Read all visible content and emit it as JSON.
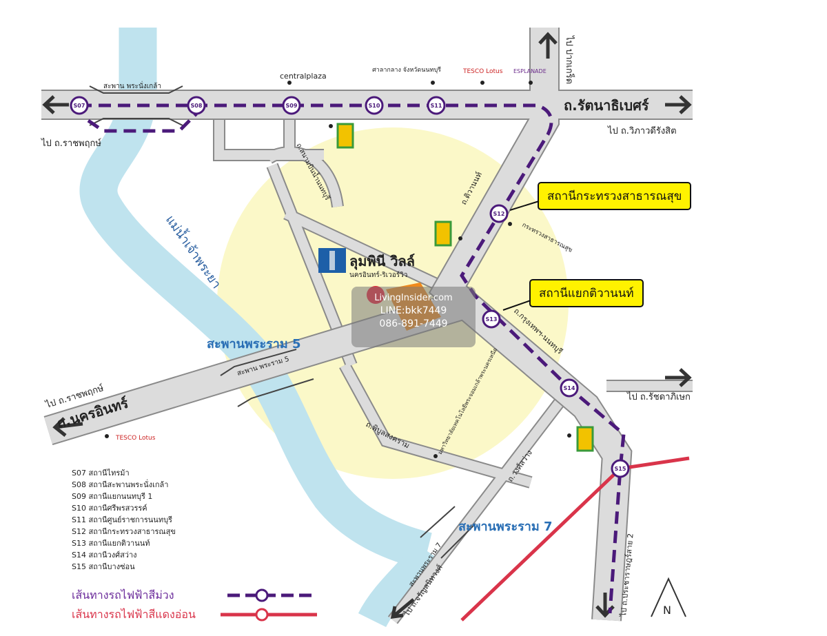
{
  "roads": {
    "rattanathibet": "ถ.รัตนาธิเบศร์",
    "to_wiphawadi": "ไป ถ.วิภาวดีรังสิต",
    "to_pak_kret": "ไป ปากเกร็ด",
    "to_ratchaphruek_top": "ไป ถ.ราชพฤกษ์",
    "to_ratchaphruek_left": "ไป ถ.ราชพฤกษ์",
    "nakhon_in": "ถ.นครอินทร์",
    "to_ratchada": "ไป ถ.รัชดาภิเษก",
    "tiwanon": "ถ.ติวานนท์",
    "krungthep_nonthaburi": "ถ.กรุงเทพฯ-นนทบุรี",
    "phibun": "ถ.พิบูลสงคราม",
    "wongsawang": "ถ.วงศ์สว่าง",
    "to_charansanitwong": "ไป ถ.จรัญสนิทวงศ์",
    "to_pracharat": "ไป ถ.ประชาราษฎร์สาย 2",
    "sanambinnam": "ถ.สนามบินน้ำนนทบุรี",
    "river": "แม่น้ำเจ้าพระยา"
  },
  "bridges": {
    "phra_nang_klao": "สะพาน พระนั่งเกล้า",
    "rama5_small": "สะพาน พระราม 5",
    "rama5": "สะพานพระราม 5",
    "rama7_small": "สะพานพระราม 7",
    "rama7": "สะพานพระราม 7"
  },
  "landmarks": {
    "central": "centralplaza",
    "city_hall": "ศาลากลาง จังหวัดนนทบุรี",
    "tesco": "TESCO Lotus",
    "esplanade": "ESPLANADE",
    "ministry": "กระทรวงสาธารณสุข",
    "university": "มหาวิทยาลัยเทคโนโลยีพระจอมเกล้าพระนครเหนือ",
    "project_name": "ลุมพินี วิลล์",
    "project_sub": "นครอินทร์-ริเวอร์วิว"
  },
  "stations": [
    "S07",
    "S08",
    "S09",
    "S10",
    "S11",
    "S12",
    "S13",
    "S14",
    "S15"
  ],
  "callouts": {
    "s12": "สถานีกระทรวงสาธารณสุข",
    "s13": "สถานีแยกติวานนท์"
  },
  "legend": {
    "items": [
      "S07 สถานีไทรม้า",
      "S08 สถานีสะพานพระนั่งเกล้า",
      "S09 สถานีแยกนนทบุรี 1",
      "S10 สถานีศรีพรสวรรค์",
      "S11 สถานีศูนย์ราชการนนทบุรี",
      "S12 สถานีกระทรวงสาธารณสุข",
      "S13 สถานีแยกติวานนท์",
      "S14 สถานีวงศ์สว่าง",
      "S15 สถานีบางซ่อน"
    ],
    "purple_line": "เส้นทางรถไฟฟ้าสีม่วง",
    "red_line": "เส้นทางรถไฟฟ้าสีแดงอ่อน"
  },
  "watermark": {
    "brand": "LivingInsider.com",
    "line": "LINE:bkk7449",
    "phone": "086-891-7449"
  },
  "compass": "N",
  "colors": {
    "purple": "#4b1a7a",
    "red": "#d9344a",
    "river": "#bfe3ee",
    "zone": "#fbf8c8",
    "callout": "#fff200"
  }
}
